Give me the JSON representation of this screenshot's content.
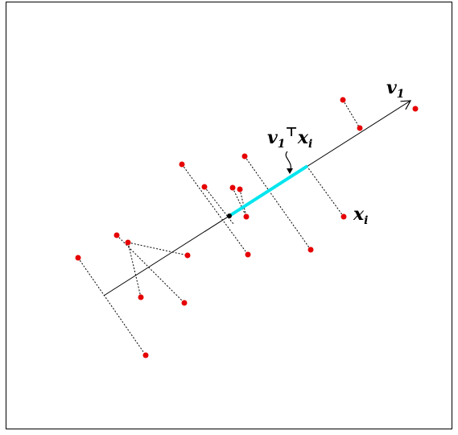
{
  "labels": {
    "axis_base": "v",
    "axis_sub": "1",
    "proj_v": "v",
    "proj_v_sub": "1",
    "proj_T": "⊤",
    "proj_x": "x",
    "proj_x_sub": "i",
    "point_base": "x",
    "point_sub": "i"
  },
  "colors": {
    "points": "#e60000",
    "projection_segment": "#00e5ee",
    "axis": "#000000"
  }
}
